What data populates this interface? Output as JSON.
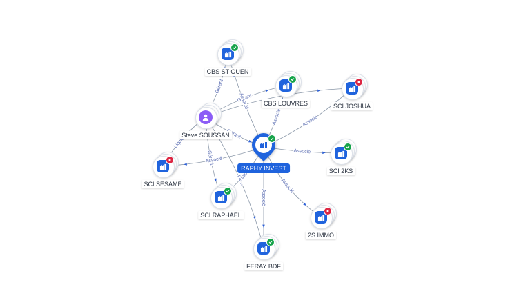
{
  "center": {
    "name": "RAPHY INVEST",
    "status": "active",
    "icon": "building-icon"
  },
  "nodes": [
    {
      "id": "cbs_st_ouen",
      "name": "CBS ST OUEN",
      "type": "company",
      "status": "active",
      "icon": "building-icon"
    },
    {
      "id": "cbs_louvres",
      "name": "CBS LOUVRES",
      "type": "company",
      "status": "active",
      "icon": "building-icon"
    },
    {
      "id": "sci_joshua",
      "name": "SCI JOSHUA",
      "type": "company",
      "status": "closed",
      "icon": "building-icon"
    },
    {
      "id": "steve_soussan",
      "name": "Steve SOUSSAN",
      "type": "person",
      "icon": "person-icon"
    },
    {
      "id": "sci_2ks",
      "name": "SCI 2KS",
      "type": "company",
      "status": "active",
      "icon": "building-icon"
    },
    {
      "id": "sci_sesame",
      "name": "SCI SESAME",
      "type": "company",
      "status": "closed",
      "icon": "building-icon"
    },
    {
      "id": "sci_raphael",
      "name": "SCI RAPHAEL",
      "type": "company",
      "status": "active",
      "icon": "building-icon"
    },
    {
      "id": "2s_immo",
      "name": "2S IMMO",
      "type": "company",
      "status": "closed",
      "icon": "building-icon"
    },
    {
      "id": "feray_bdf",
      "name": "FERAY BDF",
      "type": "company",
      "status": "active",
      "icon": "building-icon"
    }
  ],
  "edges": [
    {
      "from": "steve_soussan",
      "to": "cbs_st_ouen",
      "label": "Gérant"
    },
    {
      "from": "steve_soussan",
      "to": "cbs_louvres",
      "label": "Gérant"
    },
    {
      "from": "steve_soussan",
      "to": "sci_joshua",
      "label": ""
    },
    {
      "from": "steve_soussan",
      "to": "center",
      "label": "Gérant"
    },
    {
      "from": "steve_soussan",
      "to": "sci_sesame",
      "label": "Liquidat..."
    },
    {
      "from": "steve_soussan",
      "to": "sci_raphael",
      "label": "Gérant"
    },
    {
      "from": "steve_soussan",
      "to": "feray_bdf",
      "label": "Gé..."
    },
    {
      "from": "center",
      "to": "cbs_st_ouen",
      "label": "Associé"
    },
    {
      "from": "center",
      "to": "cbs_louvres",
      "label": "Associé"
    },
    {
      "from": "center",
      "to": "sci_joshua",
      "label": "Associé"
    },
    {
      "from": "center",
      "to": "sci_2ks",
      "label": "Associé"
    },
    {
      "from": "center",
      "to": "sci_sesame",
      "label": "Associé"
    },
    {
      "from": "center",
      "to": "sci_raphael",
      "label": "Associé"
    },
    {
      "from": "center",
      "to": "2s_immo",
      "label": "Associé"
    },
    {
      "from": "center",
      "to": "feray_bdf",
      "label": "Associé"
    }
  ],
  "colors": {
    "accent": "#1f63dd",
    "person": "#8b5cf6",
    "active": "#16a34a",
    "closed": "#dc2643",
    "edge": "#8a97a8",
    "edge_label": "#5d6fb3"
  }
}
